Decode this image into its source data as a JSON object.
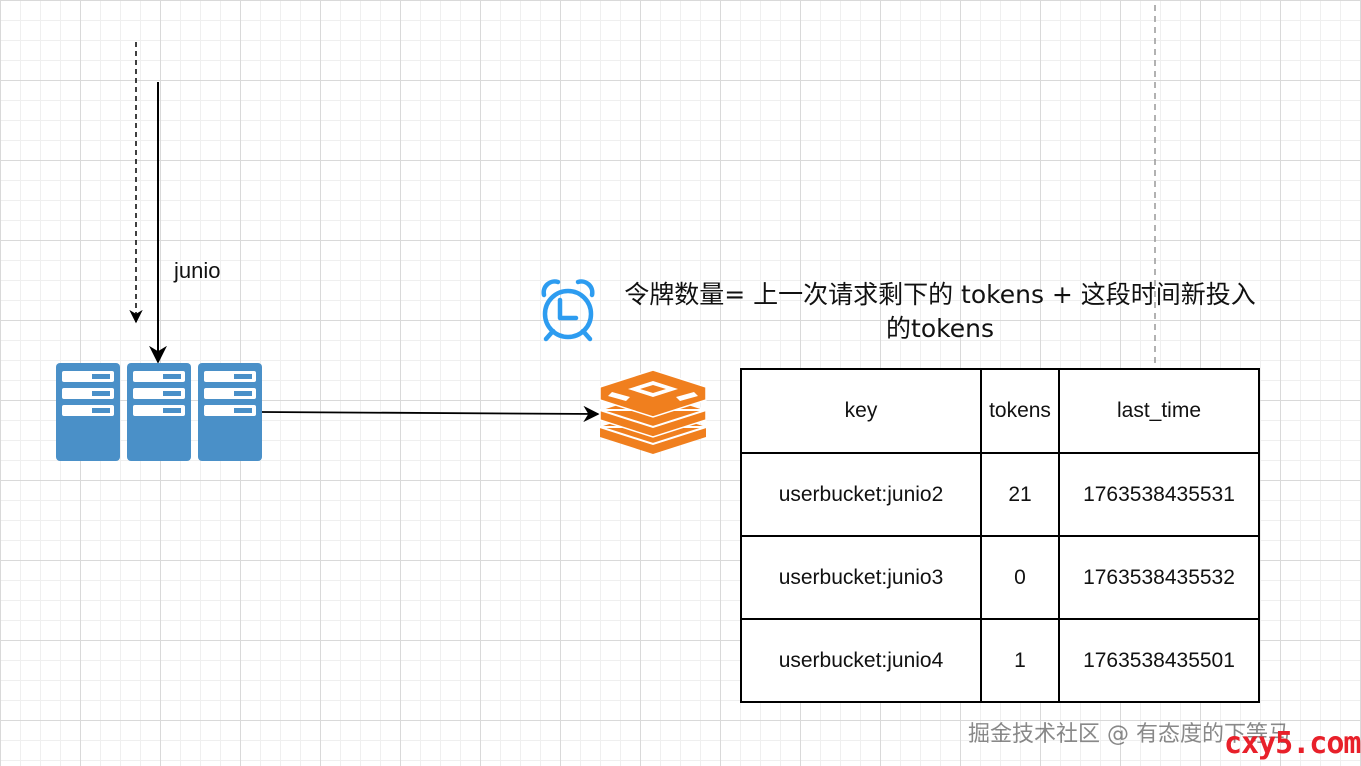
{
  "diagram": {
    "arrow_label": "junio",
    "formula_text": "令牌数量= 上一次请求剩下的 tokens + 这段时间新投入的tokens",
    "nodes": {
      "servers": "server-rack-icon",
      "redis": "redis-icon",
      "clock": "alarm-clock-icon"
    }
  },
  "table": {
    "headers": [
      "key",
      "tokens",
      "last_time"
    ],
    "rows": [
      [
        "userbucket:junio2",
        "21",
        "1763538435531"
      ],
      [
        "userbucket:junio3",
        "0",
        "1763538435532"
      ],
      [
        "userbucket:junio4",
        "1",
        "1763538435501"
      ]
    ]
  },
  "footer": {
    "watermark": "掘金技术社区 @ 有态度的下等马",
    "site_logo": "cxy5.com"
  },
  "colors": {
    "server_blue": "#4a90c8",
    "redis_orange": "#f07f1e",
    "clock_blue": "#2d9cf0",
    "logo_red": "#e8202a"
  }
}
